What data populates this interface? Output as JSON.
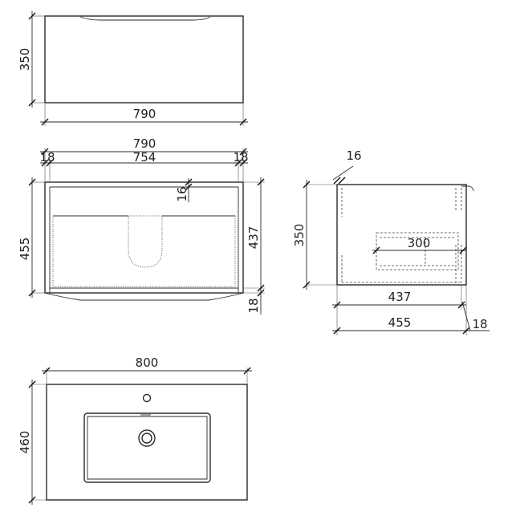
{
  "drawing": {
    "front_view": {
      "width_label": "790",
      "height_label": "350"
    },
    "cabinet_view": {
      "overall_width_label": "790",
      "left_panel_label": "18",
      "inner_width_label": "754",
      "right_panel_label": "18",
      "top_panel_label": "16",
      "overall_height_label": "455",
      "inner_height_label": "437",
      "bottom_panel_label": "18"
    },
    "side_view": {
      "back_panel_label": "16",
      "height_label": "350",
      "drawer_depth_label": "300",
      "inner_depth_label": "437",
      "overall_depth_label": "455",
      "front_panel_label": "18"
    },
    "basin_view": {
      "width_label": "800",
      "depth_label": "460"
    }
  }
}
